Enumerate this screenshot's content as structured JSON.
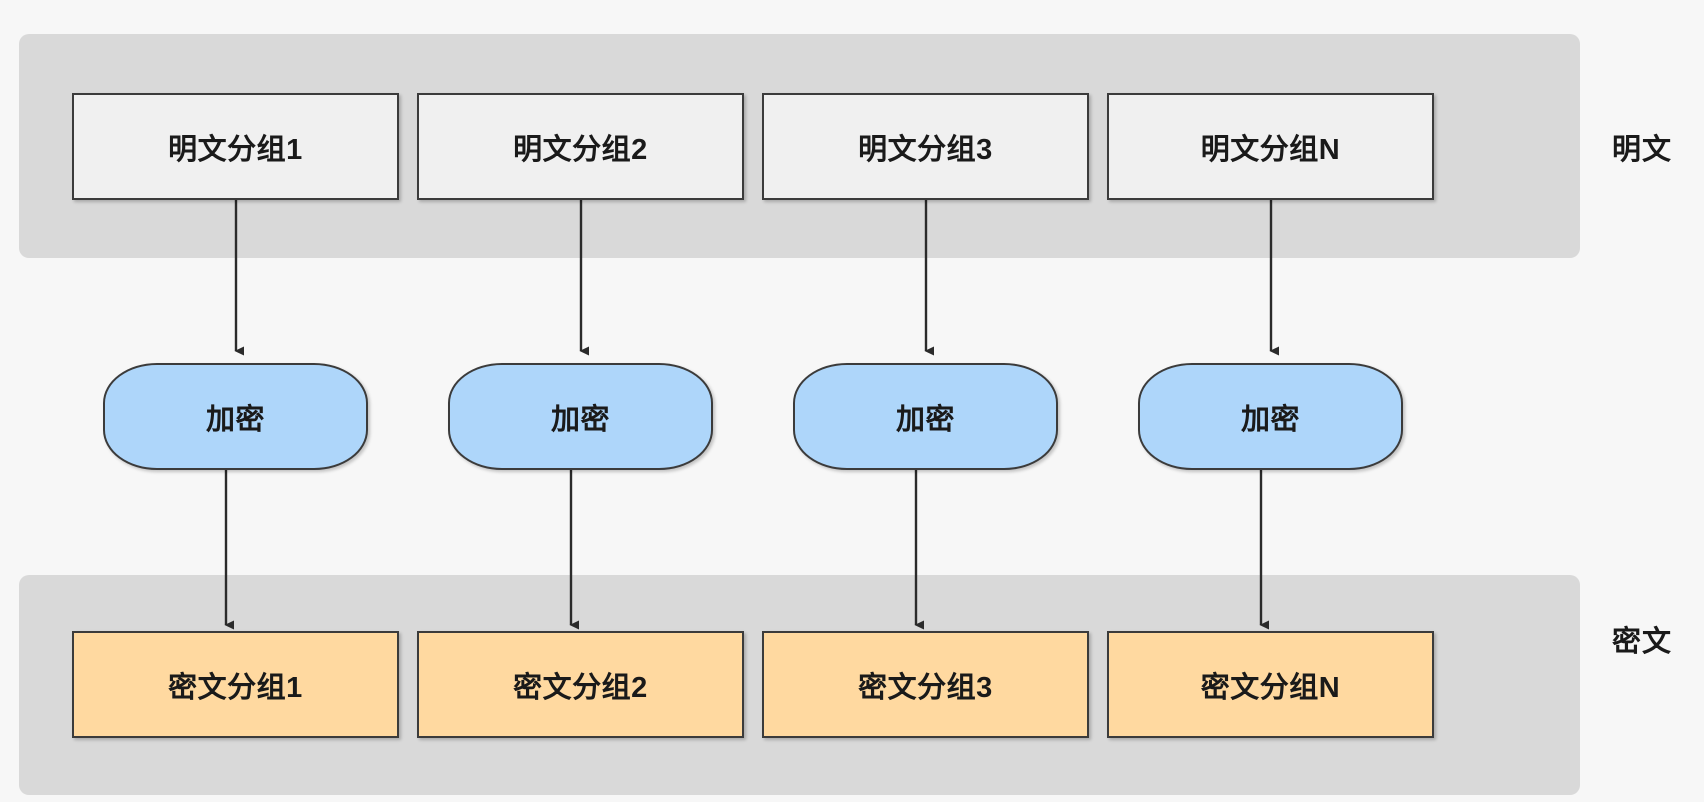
{
  "diagram": {
    "type": "block-cipher-ecb-flow",
    "background_color": "#f7f7f7",
    "bands": [
      {
        "name": "plaintext-band",
        "color": "#d9d9d9"
      },
      {
        "name": "ciphertext-band",
        "color": "#d9d9d9"
      }
    ],
    "side_labels": {
      "plaintext": "明文",
      "ciphertext": "密文"
    },
    "colors": {
      "plaintext_box": "#f0f0f0",
      "encrypt_box": "#aed6fa",
      "ciphertext_box": "#ffd9a0",
      "border": "#3b3b3b",
      "band": "#d9d9d9",
      "arrow": "#333333"
    },
    "columns": [
      {
        "plaintext": "明文分组1",
        "encrypt": "加密",
        "ciphertext": "密文分组1"
      },
      {
        "plaintext": "明文分组2",
        "encrypt": "加密",
        "ciphertext": "密文分组2"
      },
      {
        "plaintext": "明文分组3",
        "encrypt": "加密",
        "ciphertext": "密文分组3"
      },
      {
        "plaintext": "明文分组N",
        "encrypt": "加密",
        "ciphertext": "密文分组N"
      }
    ]
  }
}
